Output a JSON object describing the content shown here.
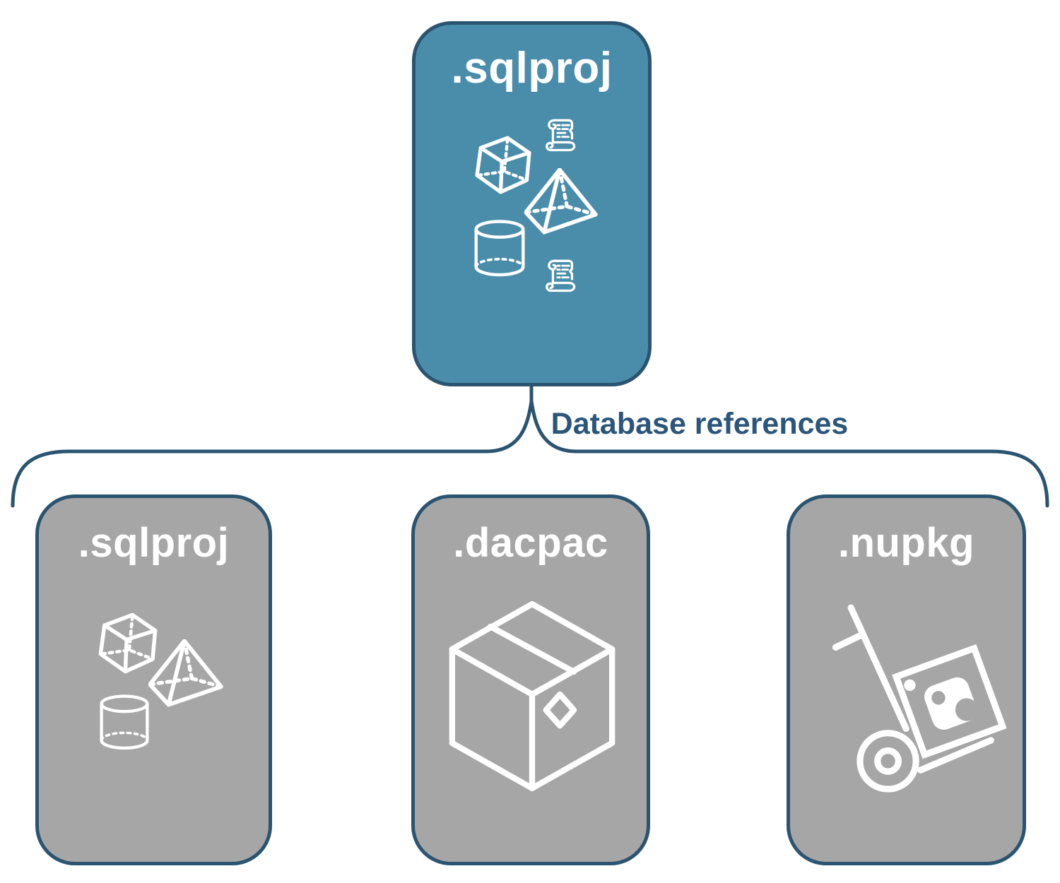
{
  "colors": {
    "root_fill": "#4A8DAB",
    "child_fill": "#A6A6A6",
    "outline": "#2A5470",
    "connector": "#2A5470",
    "label_text": "#2B567A",
    "card_title_text": "#FFFFFF",
    "icon": "#FFFFFF"
  },
  "root_card": {
    "label": ".sqlproj",
    "icons": [
      "scroll-icon",
      "cube-icon",
      "pyramid-icon",
      "cylinder-icon",
      "scroll-icon"
    ]
  },
  "connector": {
    "label": "Database references"
  },
  "child_cards": [
    {
      "label": ".sqlproj",
      "icons": [
        "cube-icon",
        "pyramid-icon",
        "cylinder-icon"
      ]
    },
    {
      "label": ".dacpac",
      "icons": [
        "package-box-icon"
      ]
    },
    {
      "label": ".nupkg",
      "icons": [
        "nuget-handtruck-icon"
      ]
    }
  ]
}
